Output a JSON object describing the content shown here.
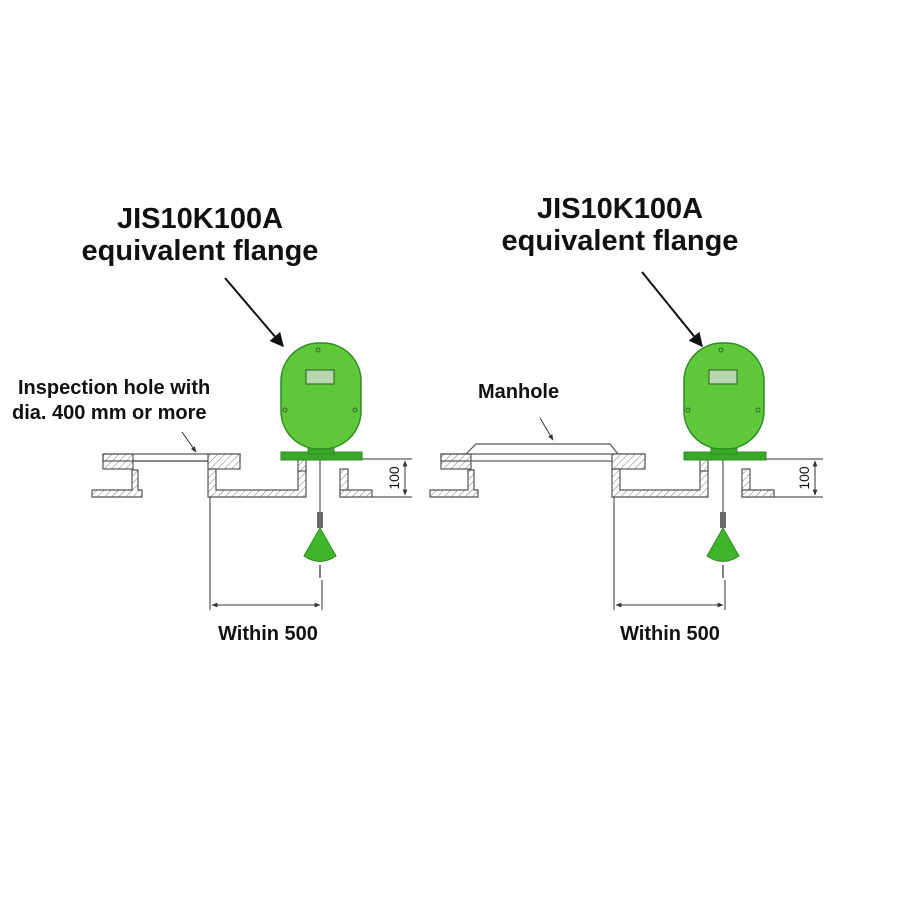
{
  "colors": {
    "sensor_green": "#5ec83a",
    "sensor_dark": "#2f8a22",
    "flange_green": "#3aa82a",
    "line": "#555555",
    "text": "#111111"
  },
  "left_panel": {
    "flange_label_line1": "JIS10K100A",
    "flange_label_line2": "equivalent flange",
    "opening_label_line1": "Inspection hole with",
    "opening_label_line2": "dia. 400 mm or more",
    "distance_label": "Within 500",
    "height_dim": "100"
  },
  "right_panel": {
    "flange_label_line1": "JIS10K100A",
    "flange_label_line2": "equivalent flange",
    "opening_label": "Manhole",
    "distance_label": "Within 500",
    "height_dim": "100"
  }
}
